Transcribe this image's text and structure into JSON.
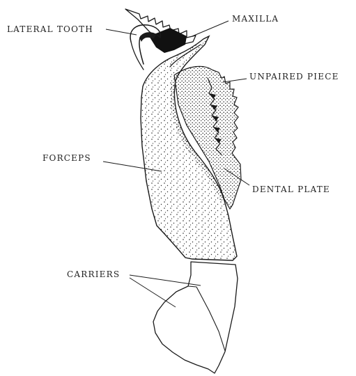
{
  "labels": {
    "maxilla": "MAXILLA",
    "lateral_tooth": "LATERAL TOOTH",
    "unpaired_piece": "UNPAIRED PIECE",
    "forceps": "FORCEPS",
    "dental_plate": "DENTAL PLATE",
    "carriers": "CARRIERS"
  },
  "colors": {
    "ink": "#1a1a1a",
    "background": "#ffffff"
  }
}
